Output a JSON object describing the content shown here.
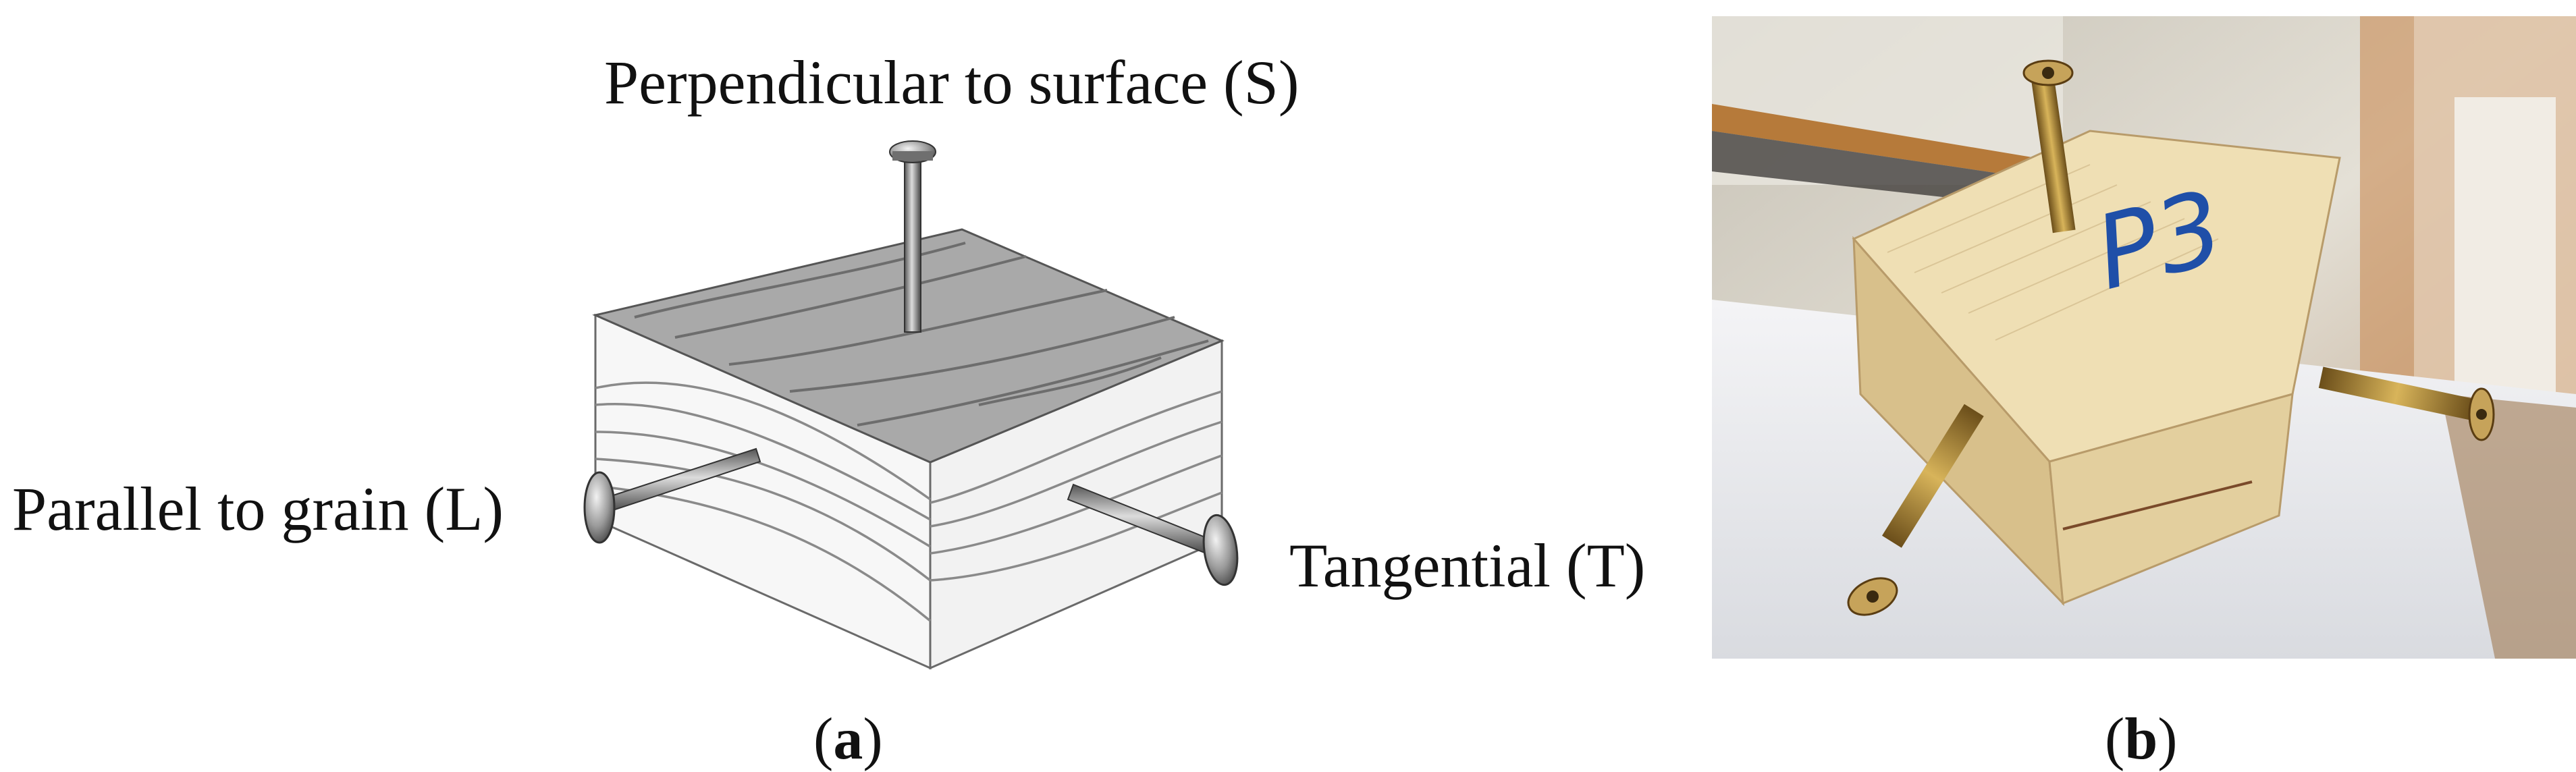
{
  "panel_a": {
    "labels": {
      "surface": "Perpendicular to surface (S)",
      "grain": "Parallel to grain (L)",
      "tangential": "Tangential (T)"
    },
    "caption": {
      "open": "(",
      "letter": "a",
      "close": ")"
    }
  },
  "panel_b": {
    "block_marking": "P3",
    "caption": {
      "open": "(",
      "letter": "b",
      "close": ")"
    }
  },
  "colors": {
    "wood_top": "#a8a8a8",
    "wood_side": "#e8e8e8",
    "photo_wood": "#e8d5a8",
    "screw_gold": "#b08a3a",
    "marker_blue": "#1f4fa8"
  }
}
